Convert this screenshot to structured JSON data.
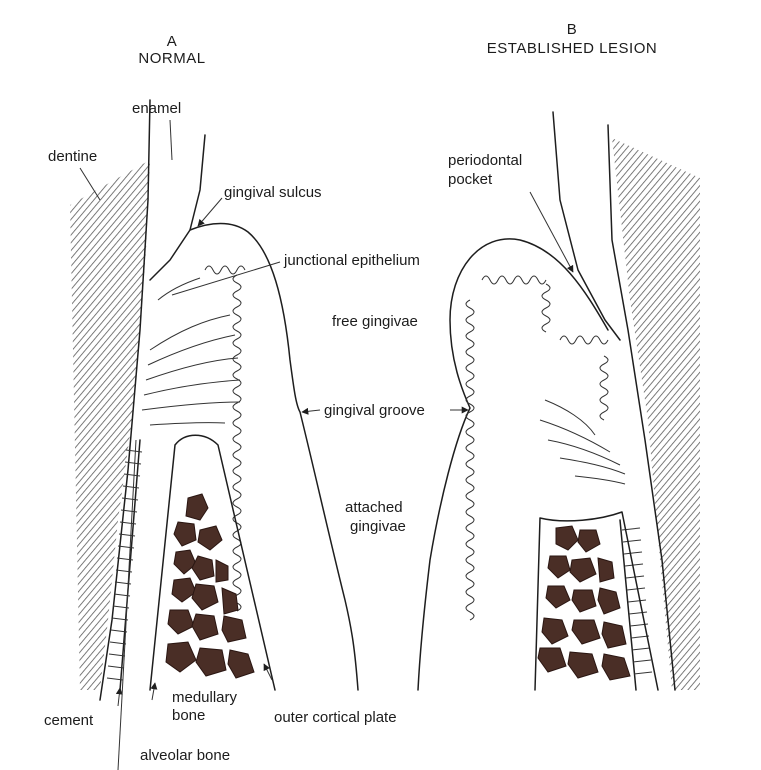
{
  "panel_a": {
    "letter": "A",
    "title": "NORMAL"
  },
  "panel_b": {
    "letter": "B",
    "title": "ESTABLISHED LESION"
  },
  "labels": {
    "enamel": "enamel",
    "dentine": "dentine",
    "gingival_sulcus": "gingival sulcus",
    "junctional_epithelium": "junctional epithelium",
    "free_gingivae": "free gingivae",
    "gingival_groove": "gingival groove",
    "attached_gingivae_1": "attached",
    "attached_gingivae_2": "gingivae",
    "periodontal_pocket_1": "periodontal",
    "periodontal_pocket_2": "pocket",
    "cement": "cement",
    "medullary_bone_1": "medullary",
    "medullary_bone_2": "bone",
    "alveolar_bone": "alveolar bone",
    "outer_cortical_plate": "outer cortical plate"
  },
  "colors": {
    "ink": "#1e1e1e",
    "bone_fill": "#4a2e26",
    "hatch": "#555555"
  }
}
